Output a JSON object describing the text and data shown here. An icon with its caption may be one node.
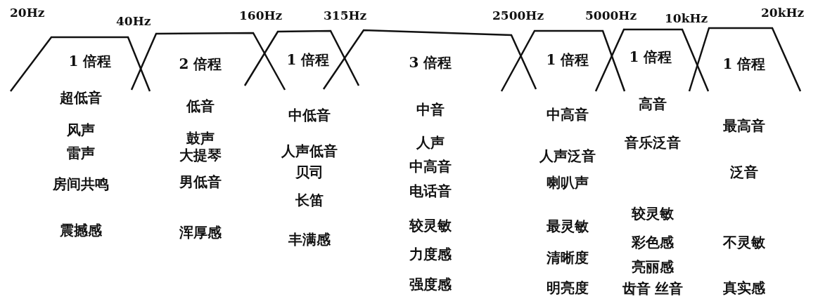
{
  "diagram": {
    "nodes": [
      {
        "text": [
          "1 倍程"
        ],
        "beside": [
          "超低音",
          "风声",
          "雷声",
          "房间共鸣",
          "震撼感"
        ]
      },
      {
        "text": [
          "2 倍程"
        ],
        "beside": [
          "低音",
          "鼓声",
          "大提琴",
          "男低音",
          "浑厚感"
        ]
      },
      {
        "text": [
          "1 倍程"
        ],
        "beside": [
          "中低音",
          "人声低音",
          "贝司",
          "长笛",
          "丰满感"
        ]
      },
      {
        "text": [
          "3 倍程"
        ],
        "beside": [
          "中音",
          "人声",
          "中高音",
          "电话音",
          "较灵敏",
          "力度感",
          "强度感"
        ]
      },
      {
        "text": [
          "1 倍程"
        ],
        "beside": [
          "中高音",
          "人声泛音",
          "喇叭声",
          "最灵敏",
          "清晰度",
          "明亮度"
        ]
      },
      {
        "text": [
          "1 倍程"
        ],
        "beside": [
          "高音",
          "音乐泛音",
          "较灵敏",
          "彩色感",
          "亮丽感",
          "齿音 丝音"
        ]
      },
      {
        "text": [
          "1 倍程"
        ],
        "beside": [
          "最高音",
          "泛音",
          "不灵敏",
          "真实感"
        ]
      }
    ],
    "edges": [],
    "labels": [
      "20Hz",
      "40Hz",
      "160Hz",
      "315Hz",
      "2500Hz",
      "5000Hz",
      "10kHz",
      "20kHz"
    ]
  }
}
